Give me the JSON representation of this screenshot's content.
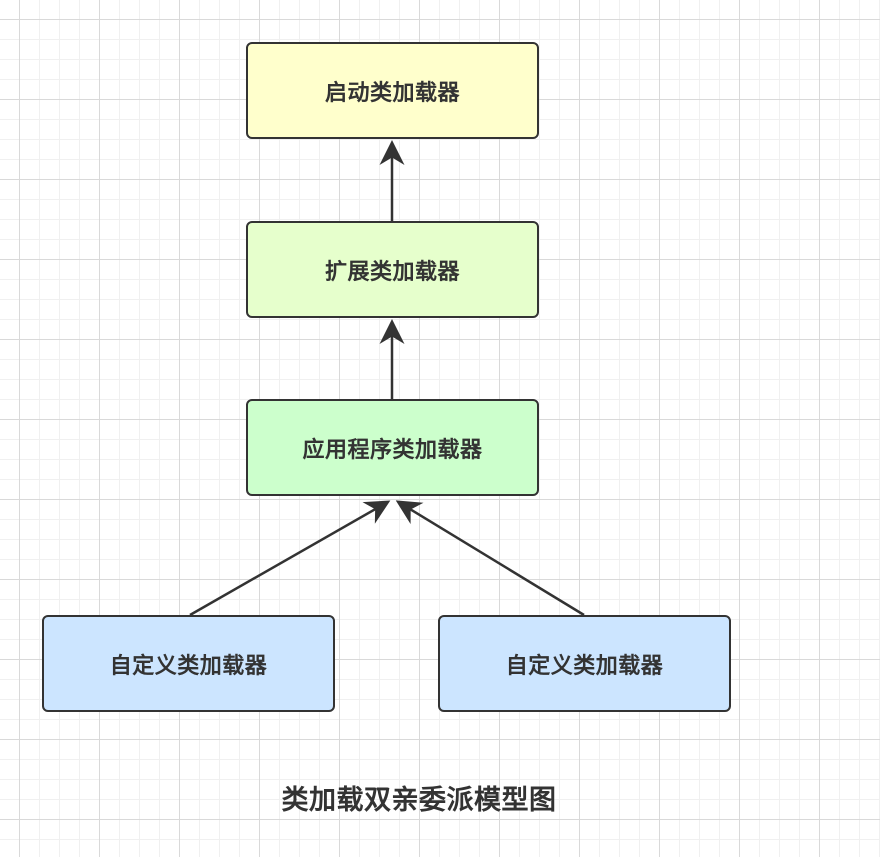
{
  "diagram": {
    "title": "类加载双亲委派模型图",
    "nodes": {
      "bootstrap": {
        "label": "启动类加载器",
        "fill": "#ffffcc"
      },
      "extension": {
        "label": "扩展类加载器",
        "fill": "#e6ffcc"
      },
      "application": {
        "label": "应用程序类加载器",
        "fill": "#ccffcc"
      },
      "custom_1": {
        "label": "自定义类加载器",
        "fill": "#cce5ff"
      },
      "custom_2": {
        "label": "自定义类加载器",
        "fill": "#cce5ff"
      }
    },
    "edges": [
      {
        "from": "extension",
        "to": "bootstrap"
      },
      {
        "from": "application",
        "to": "extension"
      },
      {
        "from": "custom_1",
        "to": "application"
      },
      {
        "from": "custom_2",
        "to": "application"
      }
    ],
    "stroke_color": "#333333"
  }
}
